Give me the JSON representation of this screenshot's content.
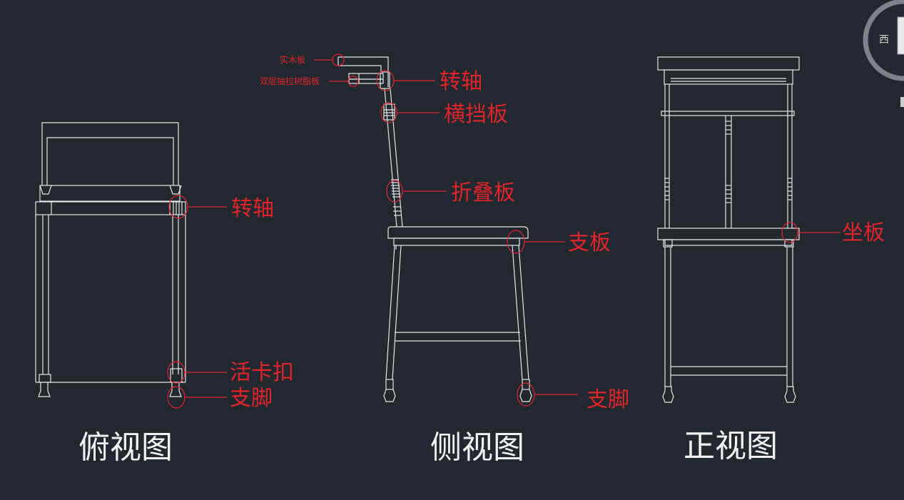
{
  "colors": {
    "background": "#212830",
    "drawing": "#e6e6e6",
    "annotation": "#e0242a",
    "caption": "#f2f2f2",
    "viewcube": "#8a9097"
  },
  "viewcube": {
    "label": "西"
  },
  "views": {
    "top": {
      "caption": "俯视图",
      "labels": {
        "pivot": "转轴",
        "clip": "活卡扣",
        "foot": "支脚"
      }
    },
    "side": {
      "caption": "侧视图",
      "labels": {
        "solid_board": "实木板",
        "resin_board": "双层抽拉树脂板",
        "pivot": "转轴",
        "crossbar": "横挡板",
        "folding_board": "折叠板",
        "support_board": "支板",
        "foot": "支脚"
      }
    },
    "front": {
      "caption": "正视图",
      "labels": {
        "seat_board": "坐板"
      }
    }
  }
}
